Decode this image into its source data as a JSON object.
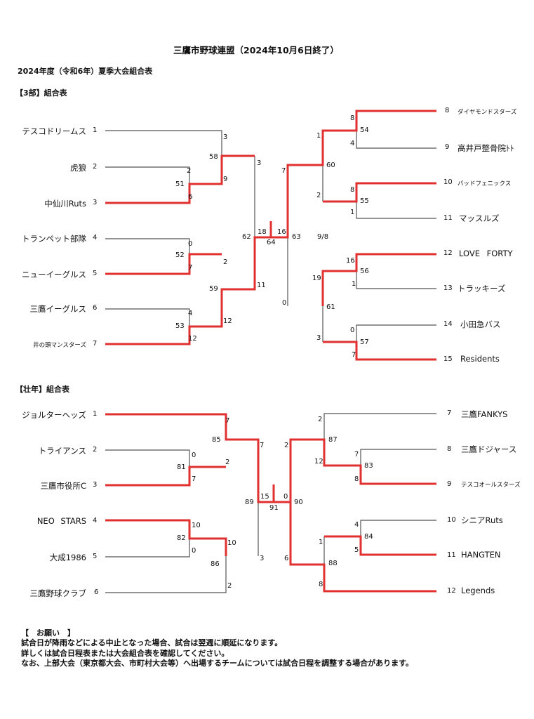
{
  "header": {
    "title": "三鷹市野球連盟（2024年10月6日終了）",
    "subtitle": "2024年度（令和6年）夏季大会組合表"
  },
  "div3": {
    "label": "【3部】組合表",
    "left_teams": [
      {
        "name": "テスコドリームス",
        "no": "1"
      },
      {
        "name": "虎狼",
        "no": "2"
      },
      {
        "name": "中仙川Ruts",
        "no": "3"
      },
      {
        "name": "トランペット部隊",
        "no": "4"
      },
      {
        "name": "ニューイーグルス",
        "no": "5"
      },
      {
        "name": "三鷹イーグルス",
        "no": "6"
      },
      {
        "name": "井の頭マンスターズ",
        "no": "7"
      }
    ],
    "right_teams": [
      {
        "name": "ダイヤモンドスターズ",
        "no": "8"
      },
      {
        "name": "高井戸整骨院ﾄﾄ",
        "no": "9"
      },
      {
        "name": "バッドフェニックス",
        "no": "10"
      },
      {
        "name": "マッスルズ",
        "no": "11"
      },
      {
        "name": "LOVE FORTY",
        "no": "12"
      },
      {
        "name": "トラッキーズ",
        "no": "13"
      },
      {
        "name": "小田急バス",
        "no": "14"
      },
      {
        "name": "Residents",
        "no": "15"
      }
    ],
    "labels": {
      "s_3": "3",
      "m58": "58",
      "s_2": "2",
      "m51": "51",
      "s_6": "6",
      "s_9": "9",
      "s_3b": "3",
      "s_0": "0",
      "m52": "52",
      "s_7": "7",
      "s_2b": "2",
      "m59": "59",
      "s_4": "4",
      "m53": "53",
      "s_12": "12",
      "s_12b": "12",
      "s_11": "11",
      "m62": "62",
      "f18": "18",
      "f16": "16",
      "m64": "64",
      "m63": "63",
      "date": "9/8",
      "r8": "8",
      "m54": "54",
      "r4": "4",
      "r1": "1",
      "r7": "7",
      "m60": "60",
      "r2": "2",
      "r8b": "8",
      "m55": "55",
      "r1b": "1",
      "r16": "16",
      "m56": "56",
      "r1c": "1",
      "r19": "19",
      "r0": "0",
      "m61": "61",
      "r0b": "0",
      "m57": "57",
      "r3": "3",
      "r7b": "7"
    }
  },
  "senior": {
    "label": "【壮年】組合表",
    "left_teams": [
      {
        "name": "ジョルターヘッズ",
        "no": "1"
      },
      {
        "name": "トライアンス",
        "no": "2"
      },
      {
        "name": "三鷹市役所C",
        "no": "3"
      },
      {
        "name": "NEO STARS",
        "no": "4"
      },
      {
        "name": "大成1986",
        "no": "5"
      },
      {
        "name": "三鷹野球クラブ",
        "no": "6"
      }
    ],
    "right_teams": [
      {
        "name": "三鷹FANKYS",
        "no": "7"
      },
      {
        "name": "三鷹ドジャース",
        "no": "8"
      },
      {
        "name": "テスコオールスターズ",
        "no": "9"
      },
      {
        "name": "シニアRuts",
        "no": "10"
      },
      {
        "name": "HANGTEN",
        "no": "11"
      },
      {
        "name": "Legends",
        "no": "12"
      }
    ],
    "labels": {
      "s7": "7",
      "m85": "85",
      "s0": "0",
      "m81": "81",
      "s2": "2",
      "s7b": "7",
      "s7c": "7",
      "s10": "10",
      "m82": "82",
      "s0b": "0",
      "s10b": "10",
      "m86": "86",
      "s2b": "2",
      "s3": "3",
      "m89": "89",
      "f15": "15",
      "f0": "0",
      "m91": "91",
      "m90": "90",
      "r2": "2",
      "m87": "87",
      "r2b": "2",
      "r7": "7",
      "r12": "12",
      "m83": "83",
      "r8": "8",
      "r4": "4",
      "m84": "84",
      "r1": "1",
      "r5": "5",
      "r6": "6",
      "m88": "88",
      "r8b": "8"
    }
  },
  "notice": {
    "heading": "【　お願い　】",
    "lines": [
      "試合日が降雨などによる中止となった場合、試合は翌週に順延になります。",
      "詳しくは試合日程表または大会組合表を確認してください。",
      "なお、上部大会（東京都大会、市町村大会等）へ出場するチームについては試合日程を調整する場合があります。"
    ]
  },
  "colors": {
    "winner": "#e03030",
    "line": "#555555"
  }
}
